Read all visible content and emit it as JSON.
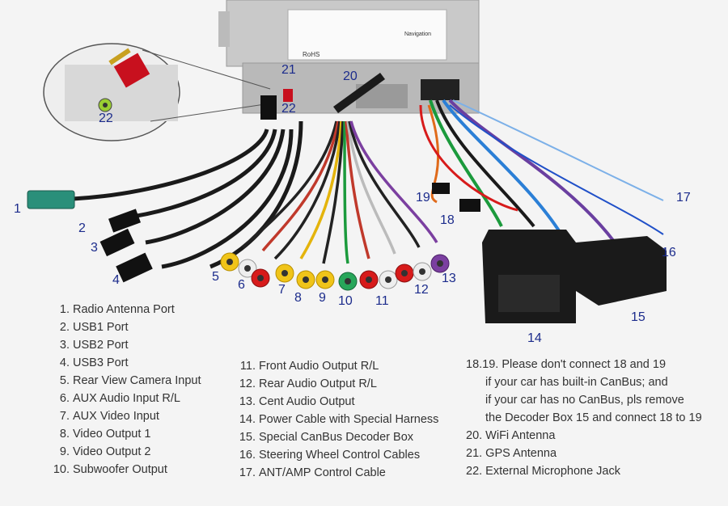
{
  "unit_labels": {
    "rohs": "RoHS",
    "navigation": "Navigation"
  },
  "callouts": [
    "1",
    "2",
    "3",
    "4",
    "5",
    "6",
    "7",
    "8",
    "9",
    "10",
    "11",
    "12",
    "13",
    "14",
    "15",
    "16",
    "17",
    "18",
    "19",
    "20",
    "21",
    "22",
    "22"
  ],
  "legend_left": [
    {
      "n": "1.",
      "t": "Radio Antenna Port"
    },
    {
      "n": "2.",
      "t": "USB1 Port"
    },
    {
      "n": "3.",
      "t": "USB2 Port"
    },
    {
      "n": "4.",
      "t": "USB3 Port"
    },
    {
      "n": "5.",
      "t": "Rear View Camera Input"
    },
    {
      "n": "6.",
      "t": "AUX Audio Input R/L"
    },
    {
      "n": "7.",
      "t": "AUX Video Input"
    },
    {
      "n": "8.",
      "t": "Video Output 1"
    },
    {
      "n": "9.",
      "t": "Video Output 2"
    },
    {
      "n": "10.",
      "t": "Subwoofer Output"
    }
  ],
  "legend_mid": [
    {
      "n": "11.",
      "t": "Front Audio Output R/L"
    },
    {
      "n": "12.",
      "t": "Rear Audio Output R/L"
    },
    {
      "n": "13.",
      "t": "Cent Audio Output"
    },
    {
      "n": "14.",
      "t": "Power Cable with Special Harness"
    },
    {
      "n": "15.",
      "t": "Special CanBus Decoder Box"
    },
    {
      "n": "16.",
      "t": "Steering Wheel Control Cables"
    },
    {
      "n": "17.",
      "t": "ANT/AMP Control Cable"
    }
  ],
  "legend_right": [
    {
      "n": "18.19.",
      "t": "Please don't connect 18 and 19"
    },
    {
      "n": "",
      "t": "if your car has built-in CanBus; and"
    },
    {
      "n": "",
      "t": "if your car has no CanBus, pls remove"
    },
    {
      "n": "",
      "t": "the Decoder Box 15 and connect 18 to 19"
    },
    {
      "n": "20.",
      "t": "WiFi Antenna"
    },
    {
      "n": "21.",
      "t": "GPS Antenna"
    },
    {
      "n": "22.",
      "t": "External Microphone Jack"
    }
  ],
  "colors": {
    "label_blue": "#1c2c8c",
    "legend_text": "#333333",
    "unit_grey": "#b8b8b8",
    "rca_red": "#d71b1b",
    "rca_white": "#eeeeee",
    "rca_yellow": "#f0c419",
    "rca_green": "#27a65a",
    "rca_purple": "#7b3fa0",
    "antenna_red": "#c8101e"
  }
}
